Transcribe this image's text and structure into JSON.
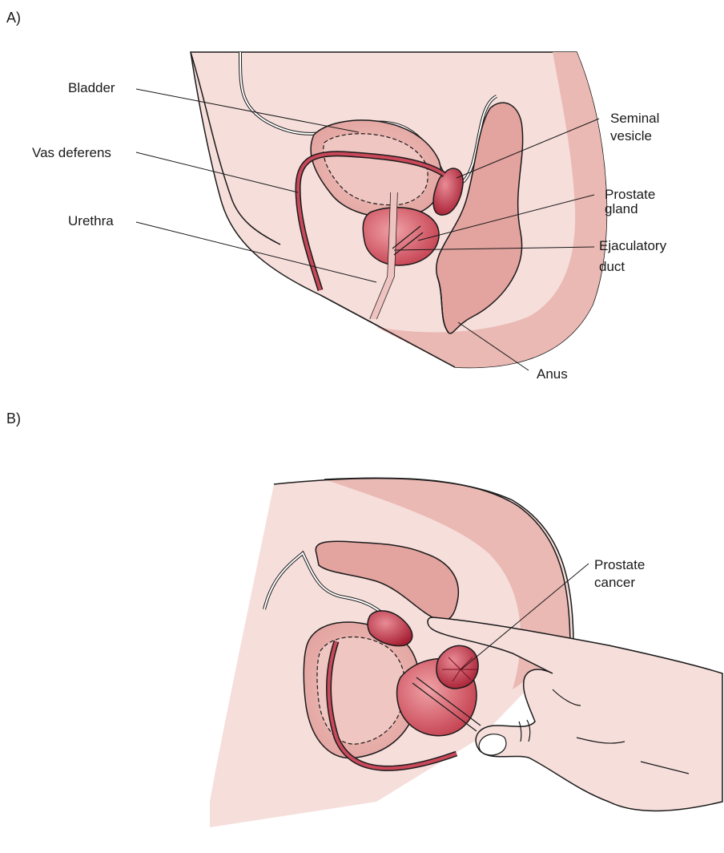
{
  "panels": {
    "a": {
      "label": "A)",
      "labels": {
        "bladder": "Bladder",
        "vas_deferens": "Vas deferens",
        "urethra": "Urethra",
        "seminal_vesicle": [
          "Seminal",
          "vesicle"
        ],
        "prostate_gland": [
          "Prostate",
          "gland"
        ],
        "ejaculatory_duct": [
          "Ejaculatory",
          "duct"
        ],
        "anus": "Anus"
      }
    },
    "b": {
      "label": "B)",
      "labels": {
        "prostate_cancer": [
          "Prostate",
          "cancer"
        ]
      }
    }
  },
  "colors": {
    "skin_light": "#f6dedb",
    "skin_mid": "#eab9b4",
    "tissue": "#e3a39f",
    "organ_dark": "#b0283a",
    "organ_mid": "#c9485a",
    "outline": "#1a1a1a"
  }
}
